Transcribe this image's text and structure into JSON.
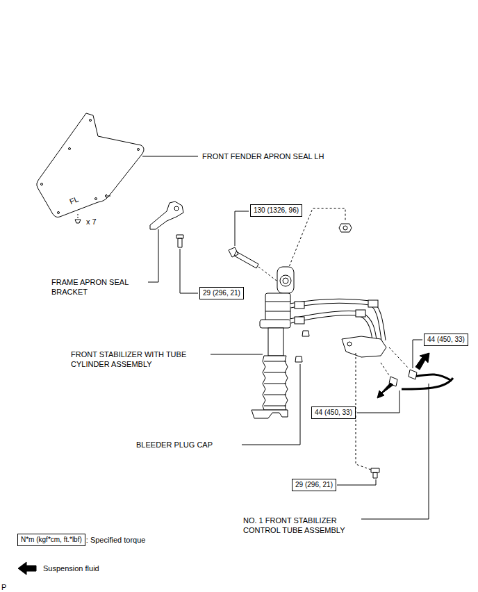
{
  "diagram": {
    "nodes": [
      {
        "text": [
          "130 (1326, 96)"
        ]
      },
      {
        "text": [
          "29 (296, 21)"
        ]
      },
      {
        "text": [
          "44 (450, 33)"
        ]
      },
      {
        "text": [
          "44 (450, 33)"
        ]
      },
      {
        "text": [
          "29 (296, 21)"
        ]
      },
      {
        "text": [
          "N*m (kgf*cm, ft.*lbf)"
        ]
      }
    ],
    "labels": [
      "FRONT FENDER APRON SEAL LH",
      "FL",
      "x 7",
      "FRAME APRON SEAL BRACKET",
      "FRONT STABILIZER WITH TUBE CYLINDER ASSEMBLY",
      "BLEEDER PLUG CAP",
      "NO. 1 FRONT STABILIZER CONTROL TUBE ASSEMBLY",
      "P"
    ],
    "legend": [
      {
        "text": ": Specified torque"
      },
      {
        "text": "Suspension fluid"
      }
    ]
  }
}
